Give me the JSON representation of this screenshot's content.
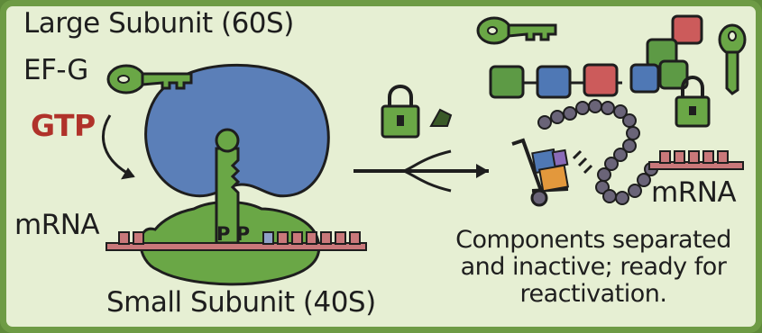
{
  "labels": {
    "large_subunit": "Large Subunit (60S)",
    "ef_g": "EF-G",
    "gtp": "GTP",
    "mrna_left": "mRNA",
    "small_subunit": "Small Subunit (40S)",
    "p_sites": "P P",
    "mrna_right": "mRNA",
    "caption": "Components separated and inactive; ready for reactivation."
  },
  "colors": {
    "background": "#e6efd3",
    "border": "#6e9b45",
    "large_subunit": "#5b7fb8",
    "small_subunit": "#6aa746",
    "ef_g_key": "#6aa746",
    "mrna": "#c9787a",
    "gtp_text": "#b0322a",
    "bead": "#6a6478",
    "block_blue": "#4f78b5",
    "block_red": "#cc5b5b",
    "block_green": "#5d9a45"
  },
  "icons": [
    "ef-g-key-icon",
    "curved-arrow-icon",
    "key-stem-icon",
    "padlock-icon",
    "reversible-arrow-icon",
    "hand-truck-icon",
    "bead-chain-icon",
    "block-chain-icon"
  ]
}
